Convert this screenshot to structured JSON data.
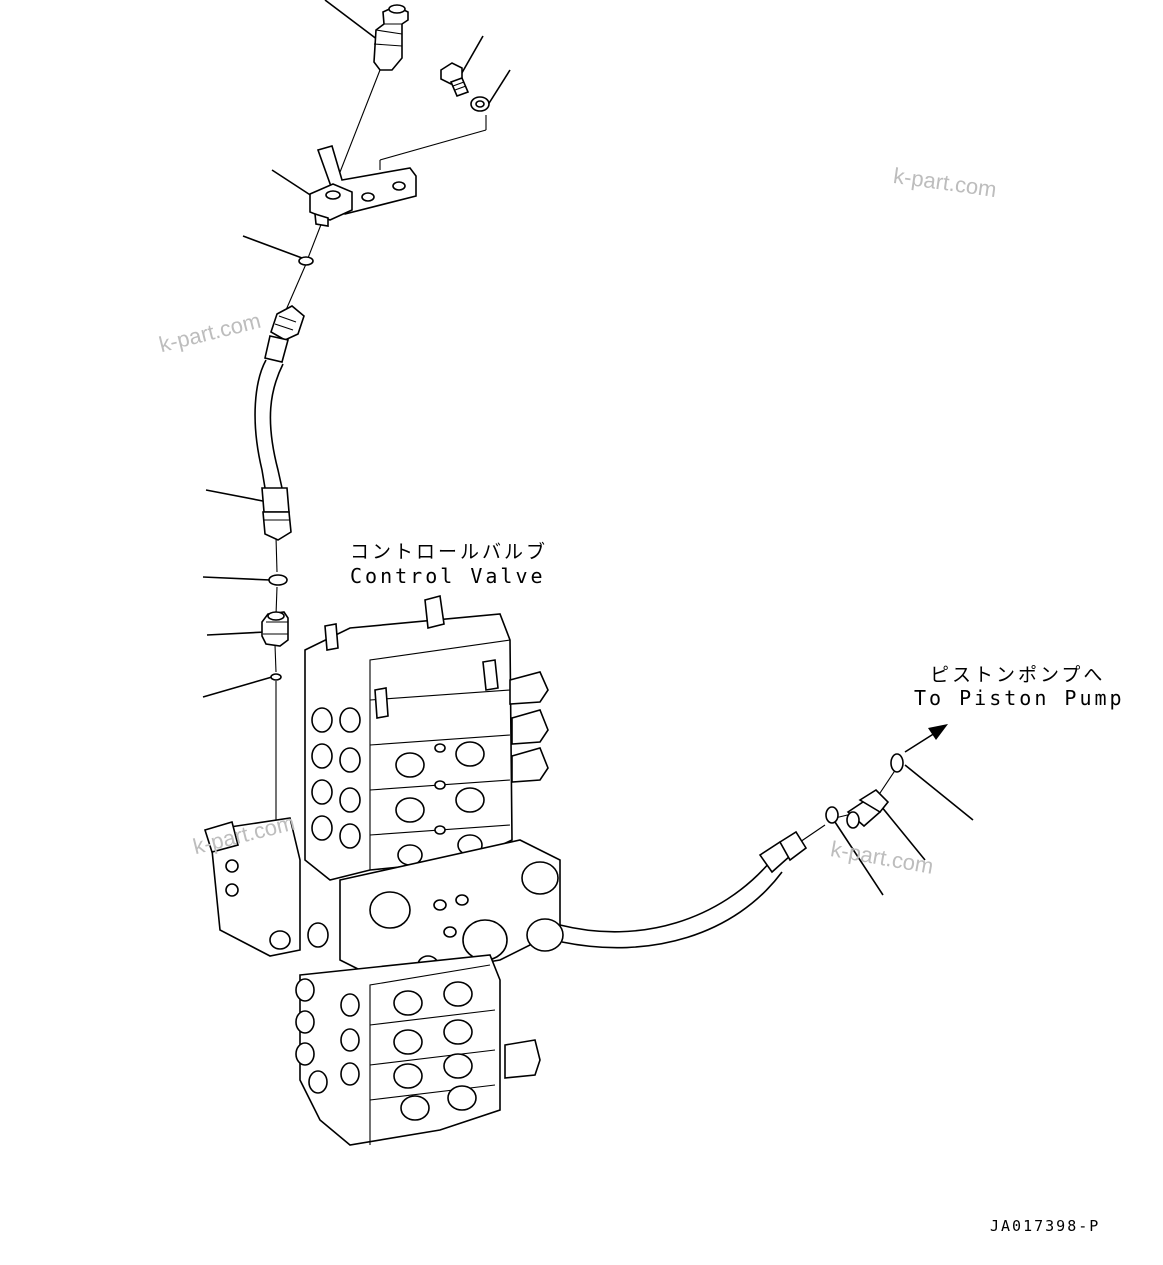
{
  "labels": {
    "control_valve_jp": "コントロールバルブ",
    "control_valve_en": "Control Valve",
    "piston_pump_jp": "ピストンポンプへ",
    "piston_pump_en": "To Piston Pump",
    "figure_code": "JA017398-P"
  },
  "watermarks": [
    "k-part.com",
    "k-part.com",
    "k-part.com",
    "k-part.com"
  ],
  "colors": {
    "line": "#000000",
    "watermark": "#bdbdbd",
    "background": "#ffffff"
  }
}
